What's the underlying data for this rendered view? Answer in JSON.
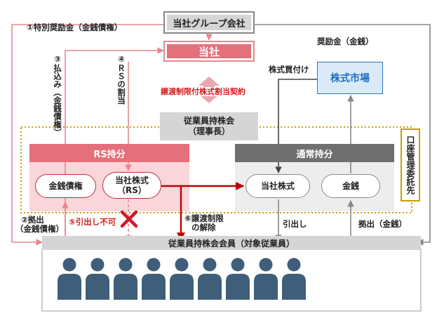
{
  "group_company": "当社グループ会社",
  "company": "当社",
  "stock_market": "株式市場",
  "contract": "譲渡制限付株式割当契約",
  "association": {
    "line1": "従業員持株会",
    "line2": "（理事長）"
  },
  "rs_holding": {
    "title": "RS持分",
    "monetary_claim": "金銭債権",
    "company_stock": {
      "line1": "当社株式",
      "line2": "（RS）"
    }
  },
  "normal_holding": {
    "title": "通常持分",
    "company_stock": "当社株式",
    "cash": "金銭"
  },
  "custodian": "口座管理委託先",
  "members": {
    "title": "従業員持株会会員（対象従業員）",
    "figure_count": 9
  },
  "labels": {
    "special_incentive": "①特別奨励金（金銭債権）",
    "contribution": "③払込み（金銭債権）",
    "rs_allotment": "④ＲＳの割当",
    "contribution_out_line1": "②拠出",
    "contribution_out_line2": "（金銭債権）",
    "no_withdrawal": "⑤引出し不可",
    "release_line1": "⑥譲渡制限",
    "release_line2": "の解除",
    "withdrawal": "引出し",
    "contribution_cash": "拠出（金銭）",
    "stock_purchase": "株式買付け",
    "incentive_cash": "奨励金（金銭）"
  },
  "colors": {
    "red_line": "#e8878f",
    "dark_red": "#c00000",
    "rs_header": "#e3707b",
    "rs_body": "#f9d6d9",
    "gray_header": "#6f6f6f",
    "gray_body": "#ededed",
    "gold": "#c8a000",
    "market_blue": "#1f6fbf",
    "member": "#3f5e7a"
  }
}
